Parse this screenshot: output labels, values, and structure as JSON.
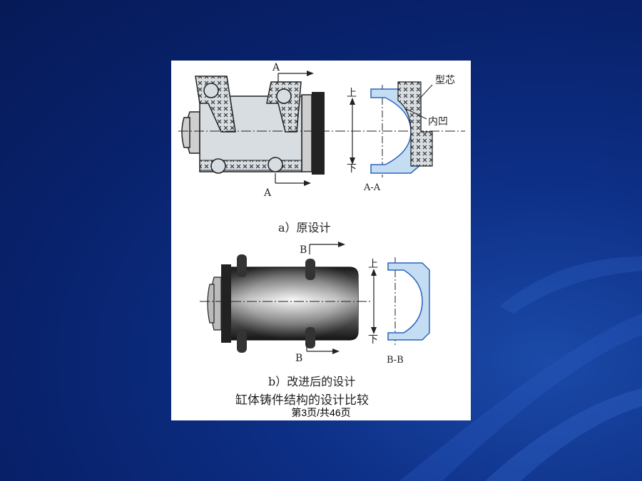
{
  "figure": {
    "top": {
      "section_marker": "A",
      "section_label": "A-A",
      "direction_up": "上",
      "direction_down": "下",
      "label_core": "型芯",
      "label_recess": "内凹",
      "caption": "a）原设计"
    },
    "bottom": {
      "section_marker": "B",
      "section_label": "B-B",
      "direction_up": "上",
      "direction_down": "下",
      "caption": "b）改进后的设计"
    },
    "title": "缸体铸件结构的设计比较",
    "page_indicator": "第3页/共46页"
  },
  "colors": {
    "background": "#0a2570",
    "core_fill": "#d7dde1",
    "section_fill": "#c5ddf3",
    "section_stroke": "#2a63c0"
  }
}
